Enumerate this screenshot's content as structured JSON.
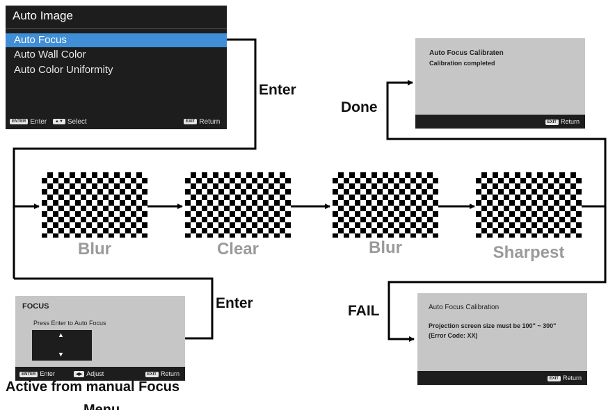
{
  "auto_image_menu": {
    "title": "Auto Image",
    "items": [
      "Auto Focus",
      "Auto Wall Color",
      "Auto Color Uniformity"
    ],
    "selected_index": 0,
    "footer": {
      "enter_key": "ENTER",
      "enter_label": "Enter",
      "select_label": "Select",
      "return_key": "EXIT",
      "return_label": "Return"
    }
  },
  "focus_stages": [
    {
      "label": "Blur"
    },
    {
      "label": "Clear"
    },
    {
      "label": "Blur"
    },
    {
      "label": "Sharpest"
    }
  ],
  "edge_labels": {
    "enter_top": "Enter",
    "enter_bottom": "Enter",
    "done": "Done",
    "fail": "FAIL"
  },
  "success_dialog": {
    "title": "Auto Focus Calibraten",
    "message": "Calibration completed",
    "return_key": "EXIT",
    "return_label": "Return"
  },
  "fail_dialog": {
    "title": "Auto Focus Calibration",
    "message_line1": "Projection screen size must be 100\" ~ 300\"",
    "message_line2": "(Error Code: XX)",
    "return_key": "EXIT",
    "return_label": "Return"
  },
  "focus_dialog": {
    "title": "FOCUS",
    "instruction": "Press Enter to Auto Focus",
    "footer": {
      "enter_key": "ENTER",
      "enter_label": "Enter",
      "adjust_label": "Adjust",
      "return_key": "EXIT",
      "return_label": "Return"
    }
  },
  "caption_line1": "Active from manual Focus",
  "caption_line2": "Menu"
}
